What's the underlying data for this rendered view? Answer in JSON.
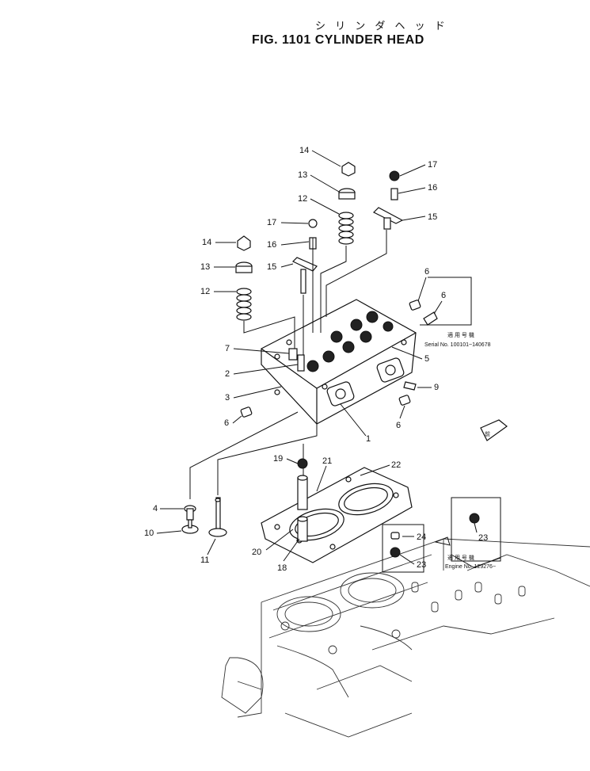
{
  "header": {
    "japanese_title": "シ リ ン ダ ヘ ッ ド",
    "title": "FIG. 1101  CYLINDER HEAD"
  },
  "callouts": [
    "14",
    "13",
    "12",
    "17",
    "16",
    "15",
    "14",
    "13",
    "12",
    "17",
    "16",
    "15",
    "6",
    "6",
    "7",
    "2",
    "3",
    "5",
    "6",
    "9",
    "6",
    "1",
    "19",
    "21",
    "22",
    "4",
    "10",
    "11",
    "20",
    "18",
    "24",
    "23",
    "23"
  ],
  "notes": {
    "serial_kanji": "適 用 号 機",
    "serial": "Serial No. 100101~140678",
    "engine_kanji": "適 用 号 機",
    "engine": "Engine No. 129276~",
    "front_marker": "前"
  }
}
